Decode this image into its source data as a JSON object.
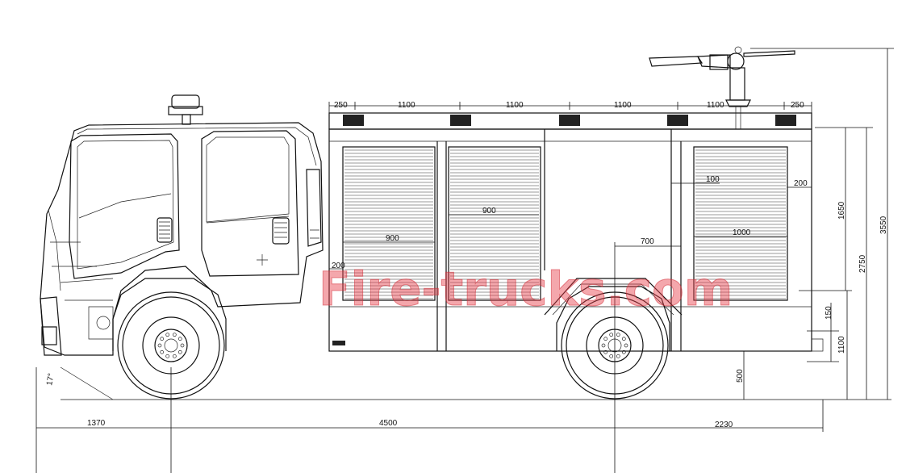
{
  "watermark": "Fire-trucks.com",
  "colors": {
    "line": "#111111",
    "watermark": "#e63c46"
  },
  "dimensions": {
    "top": [
      "250",
      "1100",
      "1100",
      "1100",
      "1100",
      "250"
    ],
    "bottom": {
      "front_overhang": "1370",
      "wheelbase": "4500",
      "rear_overhang": "2230"
    },
    "right": {
      "door_height": "1650",
      "body_height": "2750",
      "overall_height": "3550",
      "step_150": "150",
      "step_1100": "1100",
      "ground_clearance": "500"
    },
    "shutter_widths": [
      "900",
      "900",
      "1000"
    ],
    "misc": {
      "offset_100": "100",
      "edge_200_right": "200",
      "edge_200_left": "200",
      "pump_700": "700",
      "angle": "17°"
    }
  }
}
